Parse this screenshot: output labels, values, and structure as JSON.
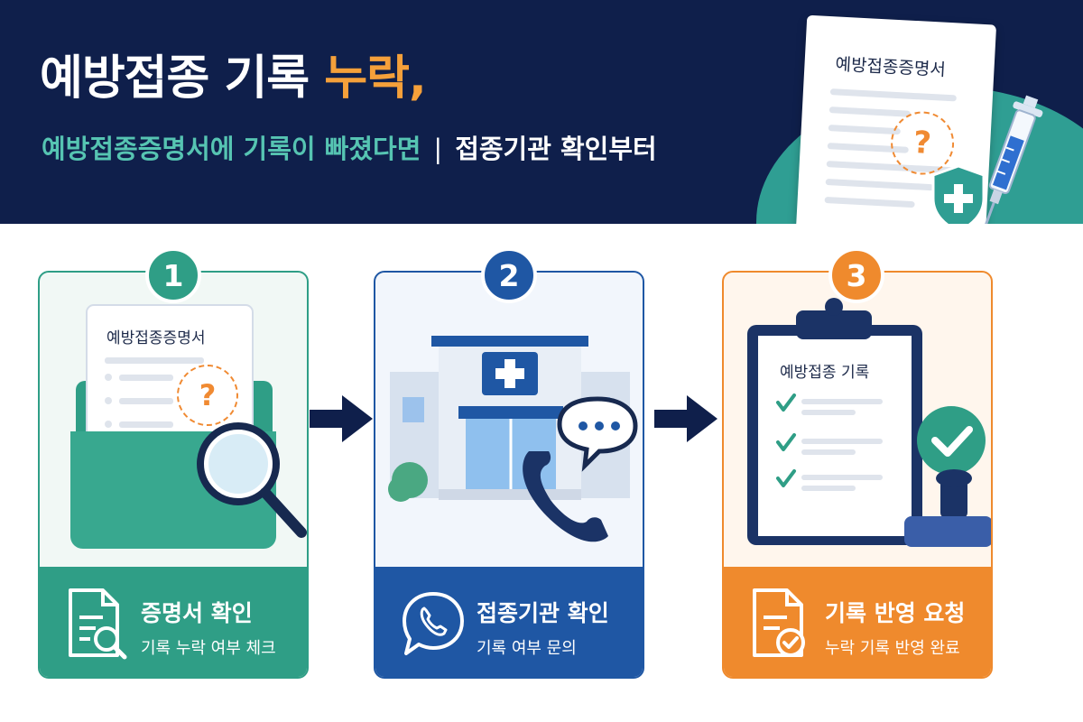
{
  "header": {
    "title_main": "예방접종 기록",
    "title_accent": "누락,",
    "subtitle_teal": "예방접종증명서에 기록이 빠졌다면",
    "subtitle_sep": "|",
    "subtitle_white": "접종기관 확인부터",
    "doc_title": "예방접종증명서",
    "doc_mark": "?"
  },
  "steps": [
    {
      "number": "1",
      "title": "증명서 확인",
      "subtitle": "기록 누락 여부 체크",
      "doc_title": "예방접종증명서",
      "mark": "?"
    },
    {
      "number": "2",
      "title": "접종기관 확인",
      "subtitle": "기록 여부 문의"
    },
    {
      "number": "3",
      "title": "기록 반영 요청",
      "subtitle": "누락 기록 반영 완료",
      "doc_title": "예방접종 기록"
    }
  ],
  "colors": {
    "navy": "#0f1f4b",
    "teal": "#2f9e86",
    "blue": "#1f57a4",
    "orange": "#ef8a2d",
    "accent": "#f5a03a"
  },
  "icons": [
    "document-search-icon",
    "phone-chat-icon",
    "document-check-icon",
    "magnifier-icon",
    "hospital-icon",
    "phone-icon",
    "speech-bubble-icon",
    "clipboard-icon",
    "checkmark-icon",
    "stamp-icon",
    "syringe-icon",
    "shield-plus-icon",
    "arrow-right-icon"
  ]
}
